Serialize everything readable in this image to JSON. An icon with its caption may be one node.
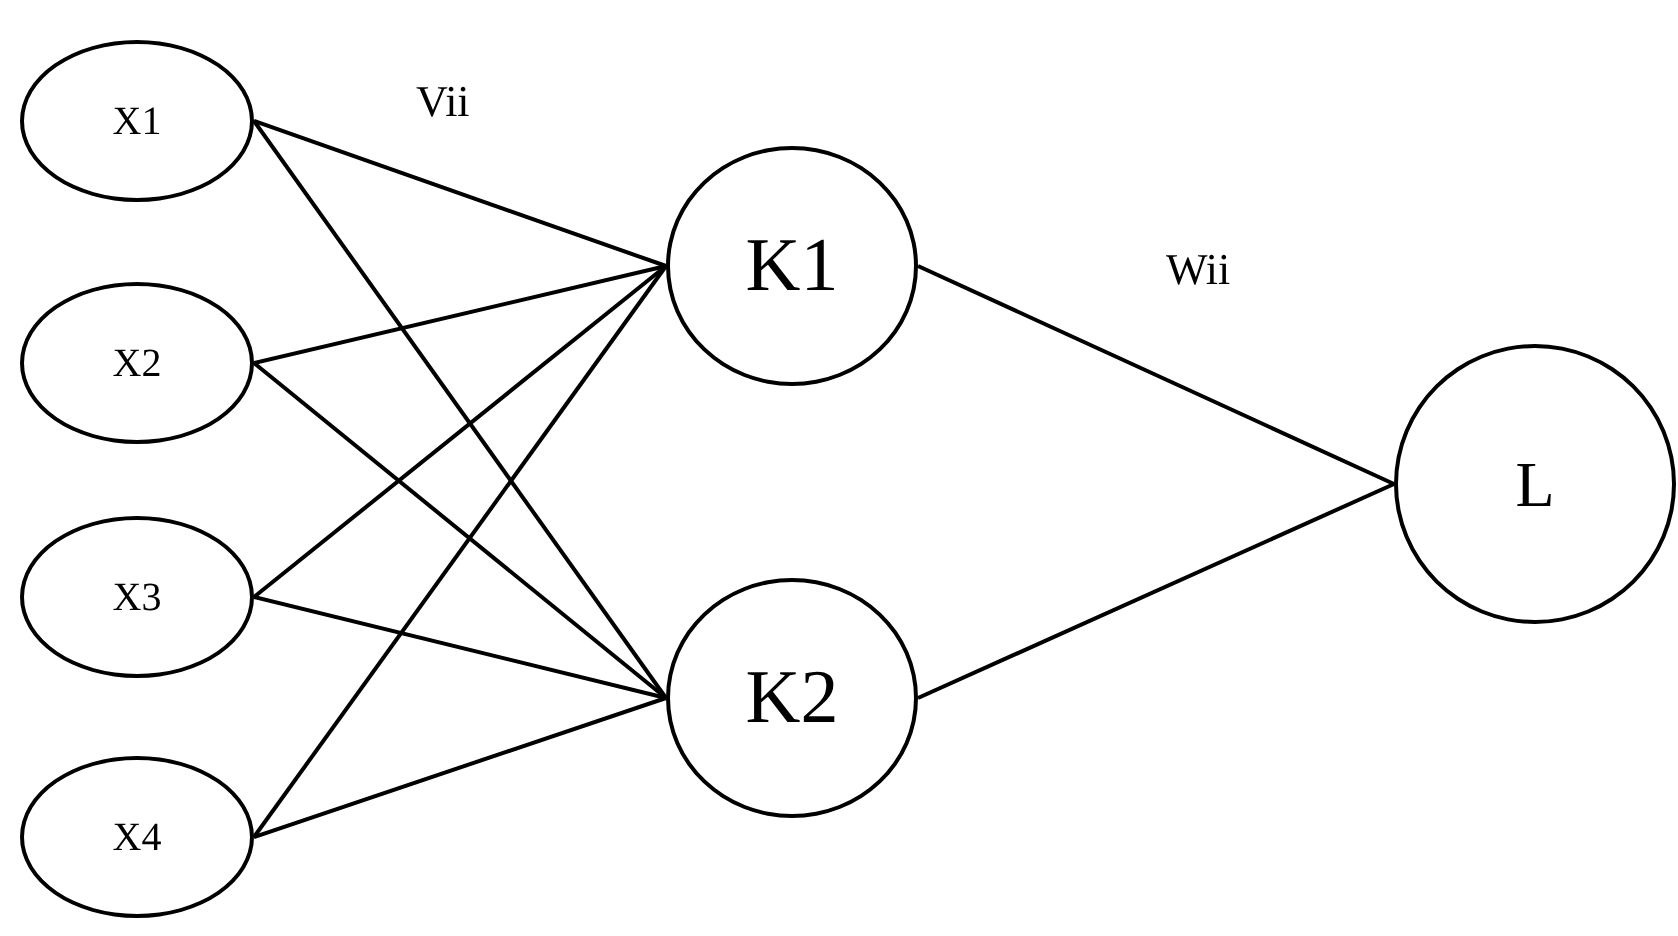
{
  "diagram": {
    "nodes": [
      {
        "text": [
          "X1"
        ]
      },
      {
        "text": [
          "X2"
        ]
      },
      {
        "text": [
          "X3"
        ]
      },
      {
        "text": [
          "X4"
        ]
      },
      {
        "text": [
          "K1"
        ]
      },
      {
        "text": [
          "K2"
        ]
      },
      {
        "text": [
          "L"
        ]
      }
    ],
    "edges": [
      {
        "from": 0,
        "to": 4,
        "arrow": "none"
      },
      {
        "from": 0,
        "to": 5,
        "arrow": "none"
      },
      {
        "from": 1,
        "to": 4,
        "arrow": "none"
      },
      {
        "from": 1,
        "to": 5,
        "arrow": "none"
      },
      {
        "from": 2,
        "to": 4,
        "arrow": "none"
      },
      {
        "from": 2,
        "to": 5,
        "arrow": "none"
      },
      {
        "from": 3,
        "to": 4,
        "arrow": "none"
      },
      {
        "from": 3,
        "to": 5,
        "arrow": "none"
      },
      {
        "from": 4,
        "to": 6,
        "arrow": "none"
      },
      {
        "from": 5,
        "to": 6,
        "arrow": "none"
      }
    ],
    "labels": [
      "Vii",
      "Wii"
    ]
  }
}
